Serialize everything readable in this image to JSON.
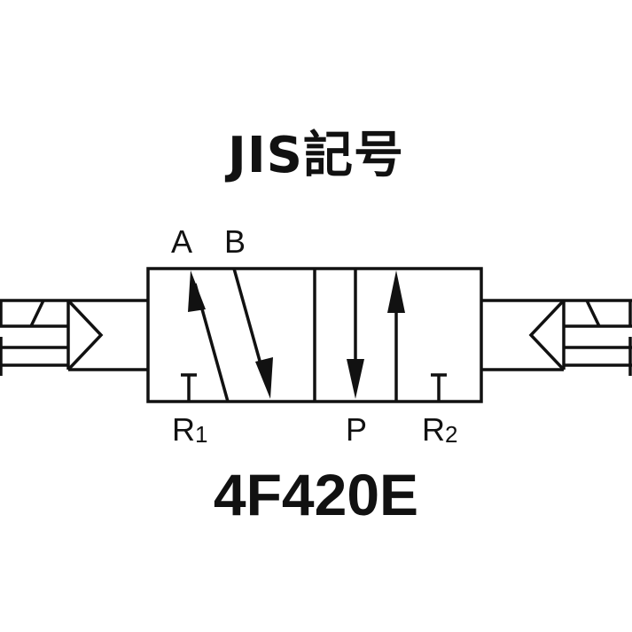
{
  "title": "JIS記号",
  "model": "4F420E",
  "ports": {
    "a": "A",
    "b": "B",
    "r1": "R",
    "r1_sub": "1",
    "p": "P",
    "r2": "R",
    "r2_sub": "2"
  },
  "colors": {
    "line": "#111111",
    "background": "#ffffff"
  }
}
